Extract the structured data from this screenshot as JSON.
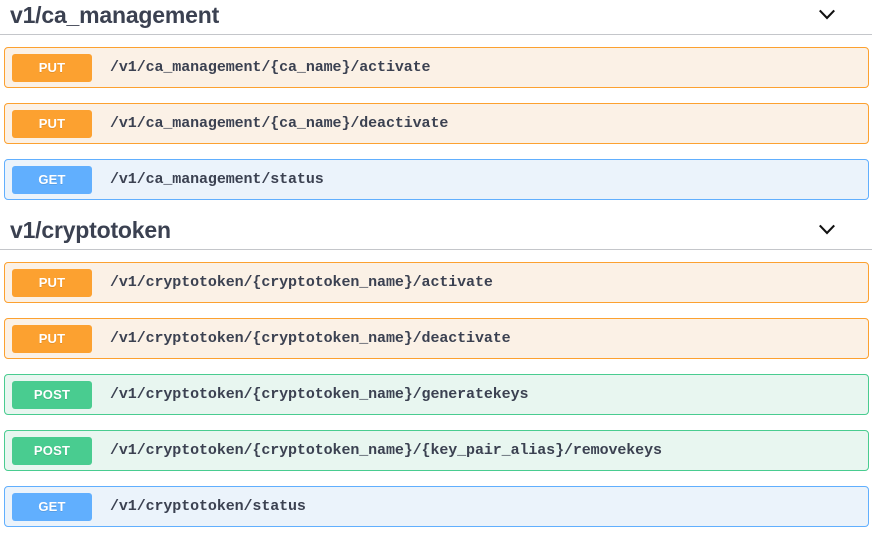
{
  "page": {
    "kind": "swagger-ui-operations",
    "text_color": "#3b4151"
  },
  "icons": {
    "chevron_down": "chevron-down-icon"
  },
  "method_colors": {
    "GET": "#61affe",
    "POST": "#49cc90",
    "PUT": "#fca130",
    "DELETE": "#f93e3e",
    "PATCH": "#50e3c2"
  },
  "row_backgrounds": {
    "GET": "#ebf3fb",
    "POST": "#e8f6f0",
    "PUT": "#fbf1e6"
  },
  "sections": [
    {
      "id": "tag-v1-ca-management",
      "title": "v1/ca_management",
      "expanded": true,
      "operations": [
        {
          "method": "PUT",
          "path": "/v1/ca_management/{ca_name}/activate"
        },
        {
          "method": "PUT",
          "path": "/v1/ca_management/{ca_name}/deactivate"
        },
        {
          "method": "GET",
          "path": "/v1/ca_management/status"
        }
      ]
    },
    {
      "id": "tag-v1-cryptotoken",
      "title": "v1/cryptotoken",
      "expanded": true,
      "operations": [
        {
          "method": "PUT",
          "path": "/v1/cryptotoken/{cryptotoken_name}/activate"
        },
        {
          "method": "PUT",
          "path": "/v1/cryptotoken/{cryptotoken_name}/deactivate"
        },
        {
          "method": "POST",
          "path": "/v1/cryptotoken/{cryptotoken_name}/generatekeys"
        },
        {
          "method": "POST",
          "path": "/v1/cryptotoken/{cryptotoken_name}/{key_pair_alias}/removekeys"
        },
        {
          "method": "GET",
          "path": "/v1/cryptotoken/status"
        }
      ]
    }
  ]
}
